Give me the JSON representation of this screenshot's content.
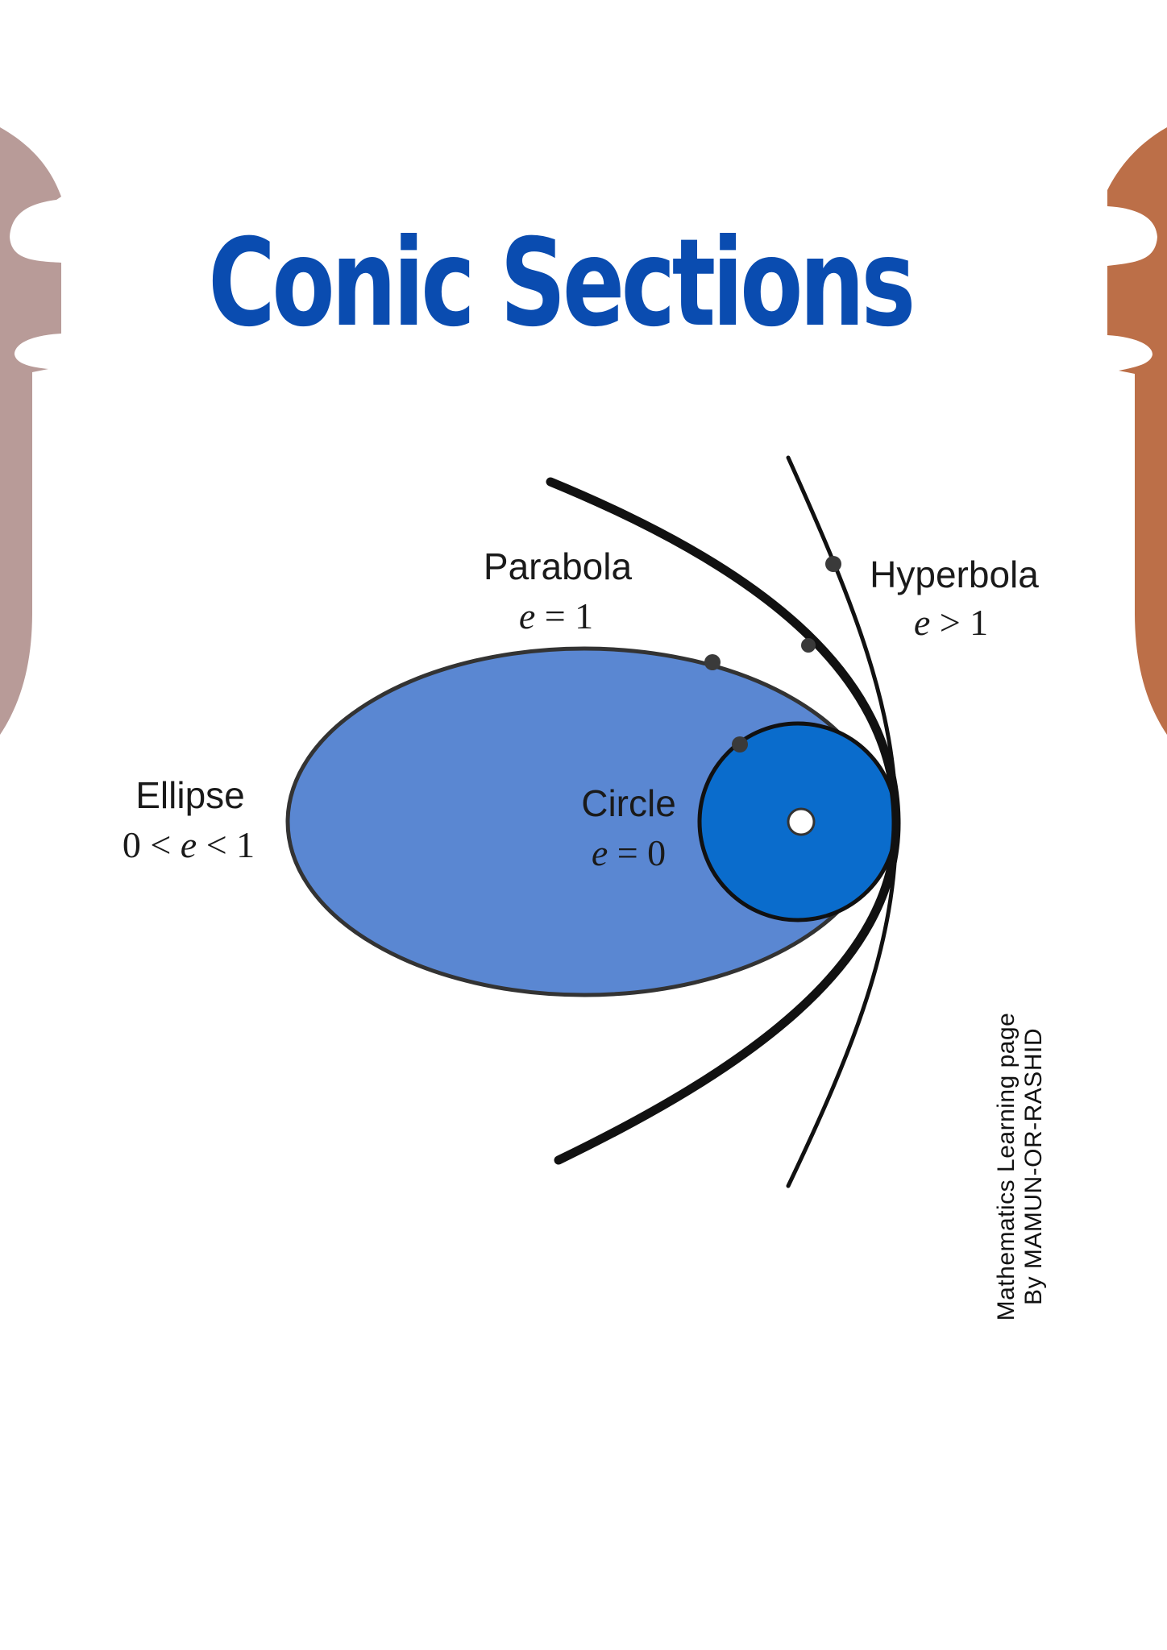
{
  "title": "Conic Sections",
  "colors": {
    "title": "#0a4cb0",
    "ellipse_fill": "#5a87d2",
    "circle_fill": "#0a6ccc",
    "stroke": "#111111",
    "left_decoration": "#b89b98",
    "right_decoration": "#bc6f48"
  },
  "labels": {
    "parabola": {
      "name": "Parabola",
      "eq_var": "e",
      "eq_rest": " = 1"
    },
    "hyperbola": {
      "name": "Hyperbola",
      "eq_var": "e",
      "eq_rest": " > 1"
    },
    "ellipse": {
      "name": "Ellipse",
      "eq_pre": "0 < ",
      "eq_var": "e",
      "eq_rest": " < 1"
    },
    "circle": {
      "name": "Circle",
      "eq_var": "e",
      "eq_rest": " = 0"
    }
  },
  "credit": {
    "line1": "Mathematics Learning page",
    "line2": "By MAMUN-OR-RASHID"
  }
}
